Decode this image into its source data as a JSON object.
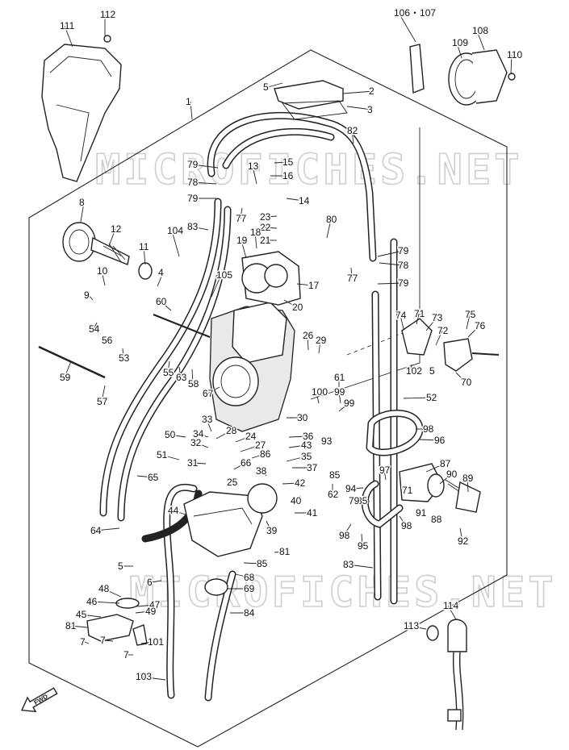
{
  "watermarks": [
    "MICROFICHES.NET",
    "MICROFICHES.NET"
  ],
  "direction_badge": "FWD",
  "callouts": [
    {
      "id": "c111",
      "text": "111"
    },
    {
      "id": "c112",
      "text": "112"
    },
    {
      "id": "c106107",
      "text": "106・107"
    },
    {
      "id": "c108",
      "text": "108"
    },
    {
      "id": "c109",
      "text": "109"
    },
    {
      "id": "c110",
      "text": "110"
    },
    {
      "id": "c1",
      "text": "1"
    },
    {
      "id": "c5a",
      "text": "5"
    },
    {
      "id": "c2",
      "text": "2"
    },
    {
      "id": "c3",
      "text": "3"
    },
    {
      "id": "c82",
      "text": "82"
    },
    {
      "id": "c79a",
      "text": "79"
    },
    {
      "id": "c78a",
      "text": "78"
    },
    {
      "id": "c79b",
      "text": "79"
    },
    {
      "id": "c13",
      "text": "13"
    },
    {
      "id": "c15",
      "text": "15"
    },
    {
      "id": "c16",
      "text": "16"
    },
    {
      "id": "c14",
      "text": "14"
    },
    {
      "id": "c77a",
      "text": "77"
    },
    {
      "id": "c23",
      "text": "23"
    },
    {
      "id": "c22",
      "text": "22"
    },
    {
      "id": "c21",
      "text": "21"
    },
    {
      "id": "c80",
      "text": "80"
    },
    {
      "id": "c83a",
      "text": "83"
    },
    {
      "id": "c8",
      "text": "8"
    },
    {
      "id": "c12",
      "text": "12"
    },
    {
      "id": "c11",
      "text": "11"
    },
    {
      "id": "c104",
      "text": "104"
    },
    {
      "id": "c18",
      "text": "18"
    },
    {
      "id": "c19",
      "text": "19"
    },
    {
      "id": "c79c",
      "text": "79"
    },
    {
      "id": "c78b",
      "text": "78"
    },
    {
      "id": "c77b",
      "text": "77"
    },
    {
      "id": "c79d",
      "text": "79"
    },
    {
      "id": "c4",
      "text": "4"
    },
    {
      "id": "c10",
      "text": "10"
    },
    {
      "id": "c105",
      "text": "105"
    },
    {
      "id": "c17",
      "text": "17"
    },
    {
      "id": "c20",
      "text": "20"
    },
    {
      "id": "c9",
      "text": "9"
    },
    {
      "id": "c60",
      "text": "60"
    },
    {
      "id": "c54",
      "text": "54"
    },
    {
      "id": "c74",
      "text": "74"
    },
    {
      "id": "c71",
      "text": "71"
    },
    {
      "id": "c73",
      "text": "73"
    },
    {
      "id": "c75",
      "text": "75"
    },
    {
      "id": "c76",
      "text": "76"
    },
    {
      "id": "c56",
      "text": "56"
    },
    {
      "id": "c53",
      "text": "53"
    },
    {
      "id": "c26",
      "text": "26"
    },
    {
      "id": "c29",
      "text": "29"
    },
    {
      "id": "c72",
      "text": "72"
    },
    {
      "id": "c59",
      "text": "59"
    },
    {
      "id": "c55",
      "text": "55"
    },
    {
      "id": "c63",
      "text": "63"
    },
    {
      "id": "c58",
      "text": "58"
    },
    {
      "id": "c102",
      "text": "102"
    },
    {
      "id": "c5b",
      "text": "5"
    },
    {
      "id": "c70",
      "text": "70"
    },
    {
      "id": "c61",
      "text": "61"
    },
    {
      "id": "c57",
      "text": "57"
    },
    {
      "id": "c67",
      "text": "67"
    },
    {
      "id": "c100",
      "text": "100"
    },
    {
      "id": "c99a",
      "text": "99"
    },
    {
      "id": "c99b",
      "text": "99"
    },
    {
      "id": "c52",
      "text": "52"
    },
    {
      "id": "c33",
      "text": "33"
    },
    {
      "id": "c30",
      "text": "30"
    },
    {
      "id": "c50",
      "text": "50"
    },
    {
      "id": "c34",
      "text": "34"
    },
    {
      "id": "c28",
      "text": "28"
    },
    {
      "id": "c24",
      "text": "24"
    },
    {
      "id": "c36",
      "text": "36"
    },
    {
      "id": "c93",
      "text": "93"
    },
    {
      "id": "c98a",
      "text": "98"
    },
    {
      "id": "c96",
      "text": "96"
    },
    {
      "id": "c32",
      "text": "32"
    },
    {
      "id": "c27",
      "text": "27"
    },
    {
      "id": "c43",
      "text": "43"
    },
    {
      "id": "c51",
      "text": "51"
    },
    {
      "id": "c86",
      "text": "86"
    },
    {
      "id": "c35",
      "text": "35"
    },
    {
      "id": "c31",
      "text": "31"
    },
    {
      "id": "c37",
      "text": "37"
    },
    {
      "id": "c87",
      "text": "87"
    },
    {
      "id": "c66",
      "text": "66"
    },
    {
      "id": "c38",
      "text": "38"
    },
    {
      "id": "c85a",
      "text": "85"
    },
    {
      "id": "c97",
      "text": "97"
    },
    {
      "id": "c90",
      "text": "90"
    },
    {
      "id": "c89",
      "text": "89"
    },
    {
      "id": "c65",
      "text": "65"
    },
    {
      "id": "c25",
      "text": "25"
    },
    {
      "id": "c42",
      "text": "42"
    },
    {
      "id": "c62",
      "text": "62"
    },
    {
      "id": "c94",
      "text": "94"
    },
    {
      "id": "c71b",
      "text": "71"
    },
    {
      "id": "c85b",
      "text": "85"
    },
    {
      "id": "c79e",
      "text": "79"
    },
    {
      "id": "c40",
      "text": "40"
    },
    {
      "id": "c91",
      "text": "91"
    },
    {
      "id": "c44",
      "text": "44"
    },
    {
      "id": "c41",
      "text": "41"
    },
    {
      "id": "c88",
      "text": "88"
    },
    {
      "id": "c64",
      "text": "64"
    },
    {
      "id": "c39",
      "text": "39"
    },
    {
      "id": "c98b",
      "text": "98"
    },
    {
      "id": "c98c",
      "text": "98"
    },
    {
      "id": "c92",
      "text": "92"
    },
    {
      "id": "c81a",
      "text": "81"
    },
    {
      "id": "c95",
      "text": "95"
    },
    {
      "id": "c5c",
      "text": "5"
    },
    {
      "id": "c85c",
      "text": "85"
    },
    {
      "id": "c83b",
      "text": "83"
    },
    {
      "id": "c6",
      "text": "6"
    },
    {
      "id": "c68",
      "text": "68"
    },
    {
      "id": "c69",
      "text": "69"
    },
    {
      "id": "c48",
      "text": "48"
    },
    {
      "id": "c46",
      "text": "46"
    },
    {
      "id": "c47",
      "text": "47"
    },
    {
      "id": "c45",
      "text": "45"
    },
    {
      "id": "c49",
      "text": "49"
    },
    {
      "id": "c84",
      "text": "84"
    },
    {
      "id": "c114",
      "text": "114"
    },
    {
      "id": "c81b",
      "text": "81"
    },
    {
      "id": "c113",
      "text": "113"
    },
    {
      "id": "c7a",
      "text": "7"
    },
    {
      "id": "c7b",
      "text": "7"
    },
    {
      "id": "c101",
      "text": "101"
    },
    {
      "id": "c7c",
      "text": "7"
    },
    {
      "id": "c103",
      "text": "103"
    }
  ]
}
